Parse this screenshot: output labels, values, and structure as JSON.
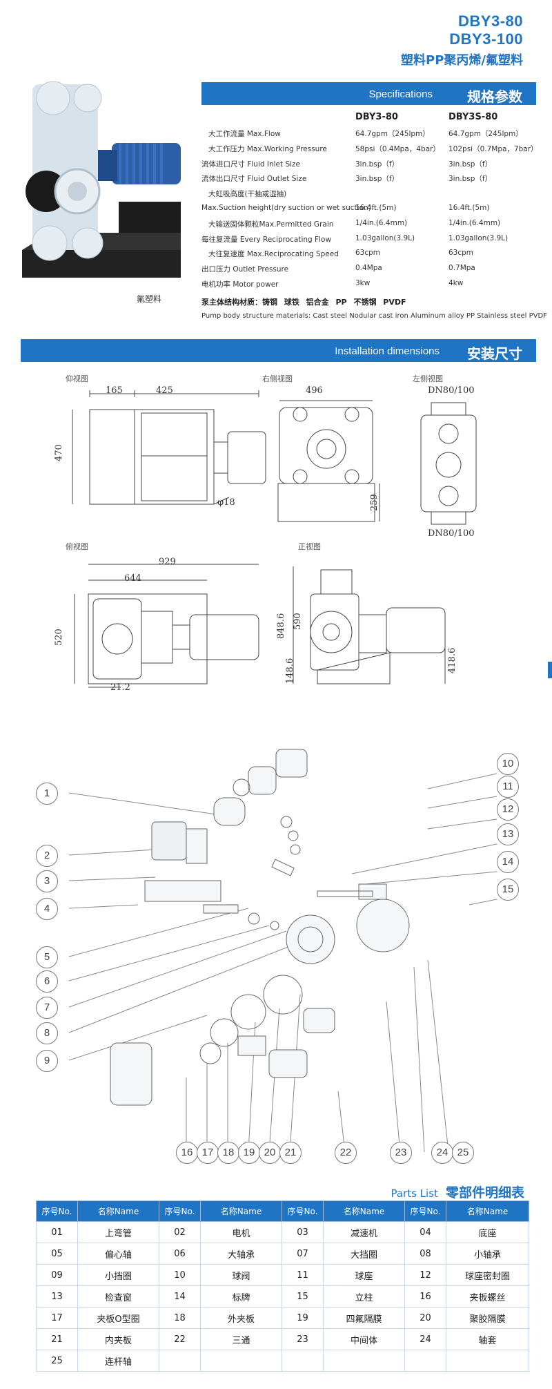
{
  "header": {
    "model_1": "DBY3-80",
    "model_2": "DBY3-100",
    "material_title": "塑料PP聚丙烯/氟塑料",
    "product_caption": "氟塑料"
  },
  "specifications": {
    "bar_en": "Specifications",
    "bar_zh": "规格参数",
    "col_1": "DBY3-80",
    "col_2": "DBY3S-80",
    "rows": [
      {
        "label": "大工作流量 Max.Flow",
        "v1": "64.7gpm（245lpm）",
        "v2": "64.7gpm（245lpm）"
      },
      {
        "label": "大工作压力 Max.Working Pressure",
        "v1": "58psi（0.4Mpa，4bar）",
        "v2": "102psi（0.7Mpa，7bar）"
      },
      {
        "label": "流体进口尺寸 Fluid Inlet Size",
        "v1": "3in.bsp（f）",
        "v2": "3in.bsp（f）"
      },
      {
        "label": "流体出口尺寸 Fluid Outlet Size",
        "v1": "3in.bsp（f）",
        "v2": "3in.bsp（f）"
      },
      {
        "label": "大虹吸高度(干抽或湿抽)",
        "v1": "",
        "v2": ""
      },
      {
        "label": "Max.Suction height(dry suction or wet suction)",
        "v1": "16.4ft.(5m)",
        "v2": "16.4ft.(5m)"
      },
      {
        "label": "大输送固体颗粒Max.Permitted Grain",
        "v1": "1/4in.(6.4mm)",
        "v2": "1/4in.(6.4mm)"
      },
      {
        "label": "每往复流量 Every Reciprocating Flow",
        "v1": "1.03gallon(3.9L)",
        "v2": "1.03gallon(3.9L)"
      },
      {
        "label": "大往复速度 Max.Reciprocating Speed",
        "v1": "63cpm",
        "v2": "63cpm"
      },
      {
        "label": "出口压力 Outlet Pressure",
        "v1": "0.4Mpa",
        "v2": "0.7Mpa"
      },
      {
        "label": "电机功率 Motor power",
        "v1": "3kw",
        "v2": "4kw"
      }
    ],
    "materials_zh": "泵主体结构材质：铸钢 球铁 铝合金 PP 不锈钢 PVDF",
    "materials_en": "Pump body structure materials: Cast steel  Nodular cast iron  Aluminum alloy  PP  Stainless steel  PVDF"
  },
  "installation": {
    "bar_en": "Installation dimensions",
    "bar_zh": "安装尺寸",
    "views": {
      "back": "仰视图",
      "right": "右侧视图",
      "left": "左侧视图",
      "top": "俯视图",
      "front": "正视图"
    },
    "dims": {
      "d165": "165",
      "d425": "425",
      "d470": "470",
      "d18": "φ18",
      "d496": "496",
      "d259": "259",
      "dn_top": "DN80/100",
      "dn_bottom": "DN80/100",
      "d929": "929",
      "d644": "644",
      "d520": "520",
      "d212": "21.2",
      "d848": "848.6",
      "d590": "590",
      "d1486": "148.6",
      "d4186": "418.6"
    }
  },
  "callouts": [
    "1",
    "2",
    "3",
    "4",
    "5",
    "6",
    "7",
    "8",
    "9",
    "10",
    "11",
    "12",
    "13",
    "14",
    "15",
    "16",
    "17",
    "18",
    "19",
    "20",
    "21",
    "22",
    "23",
    "24",
    "25"
  ],
  "parts": {
    "title_en": "Parts List",
    "title_zh": "零部件明细表",
    "headers": [
      "序号No.",
      "名称Name",
      "序号No.",
      "名称Name",
      "序号No.",
      "名称Name",
      "序号No.",
      "名称Name"
    ],
    "rows": [
      [
        "01",
        "上弯管",
        "02",
        "电机",
        "03",
        "减速机",
        "04",
        "底座"
      ],
      [
        "05",
        "偏心轴",
        "06",
        "大轴承",
        "07",
        "大挡圈",
        "08",
        "小轴承"
      ],
      [
        "09",
        "小挡圈",
        "10",
        "球阀",
        "11",
        "球座",
        "12",
        "球座密封圈"
      ],
      [
        "13",
        "检查窗",
        "14",
        "标牌",
        "15",
        "立柱",
        "16",
        "夹板螺丝"
      ],
      [
        "17",
        "夹板O型圈",
        "18",
        "外夹板",
        "19",
        "四氟隔膜",
        "20",
        "聚胶隔膜"
      ],
      [
        "21",
        "内夹板",
        "22",
        "三通",
        "23",
        "中间体",
        "24",
        "轴套"
      ],
      [
        "25",
        "连杆轴",
        "",
        "",
        "",
        "",
        "",
        ""
      ]
    ]
  }
}
